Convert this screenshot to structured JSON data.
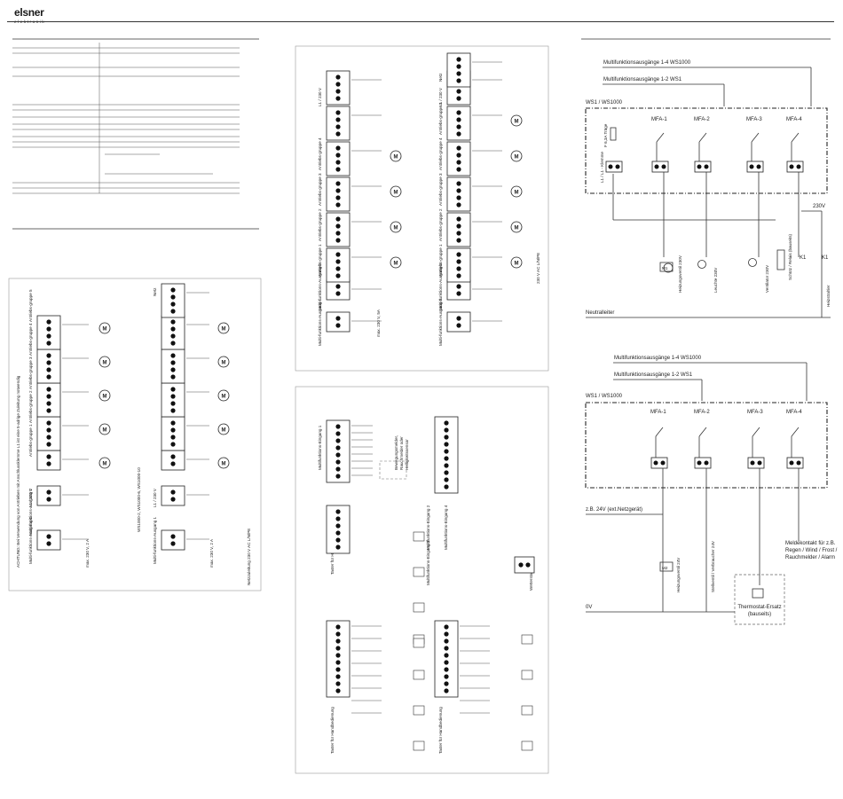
{
  "brand": {
    "name": "elsner",
    "sub": "elektronik"
  },
  "right_top": {
    "bus_1_4": "Multifunktionsausgänge 1-4 WS1000",
    "bus_1_2": "Multifunktionsausgänge 1-2 WS1",
    "frame": "WS1 / WS1000",
    "fuse": "F 6,3A Träge",
    "terminal": "L1 / L1 - Klemme",
    "mfa": [
      "MFA-1",
      "MFA-2",
      "MFA-3",
      "MFA-4"
    ],
    "ac": "230V",
    "k1": "K1",
    "loads": [
      "Heizungsventil 230V",
      "Leuchte 230V",
      "Ventilator 230V",
      "Heizstrahler"
    ],
    "relay": "Schütz / Relais (bauseits)",
    "m1": "M1",
    "neutral": "Neutralleiter"
  },
  "right_bottom": {
    "bus_1_4": "Multifunktionsausgänge 1-4 WS1000",
    "bus_1_2": "Multifunktionsausgänge 1-2 WS1",
    "frame": "WS1 / WS1000",
    "mfa": [
      "MFA-1",
      "MFA-2",
      "MFA-3",
      "MFA-4"
    ],
    "supply": "z.B. 24V (ext.Netzgerät)",
    "valve": "Heizungsventil 24V",
    "m2": "M2",
    "horn": "Stellventil / Verbraucher 24V",
    "report": [
      "Meldekontakt für z.B.",
      "Regen / Wind / Frost /",
      "Rauchmelder / Alarm"
    ],
    "thermostat": [
      "Thermostat-Ersatz",
      "(bauseits)"
    ],
    "zero": "0V"
  },
  "left_panel": {
    "warning": "ACHTUNG: Bei Verwendung von Antrieben mit Anschlussklemme L1 ist eine 5-adrige Zuleitung notwendig",
    "groups": [
      "Antriebs-gruppe 1",
      "Antriebs-gruppe 2",
      "Antriebs-gruppe 3",
      "Antriebs-gruppe 4",
      "Antriebs-gruppe 5"
    ],
    "models": "WS1000-2, WS1000-6, WS1000-10",
    "power": "L1 / 230 V",
    "motor": "M",
    "mains": "Netz",
    "mains_note": "Netzzuleitung 230 V AC L/N/PE",
    "outputs": [
      "Multi-funktions-Ausgang 1",
      "Multi-funktions-Ausgang 2"
    ],
    "max": "max. 230 V, 2 A"
  },
  "middle_top": {
    "groups": [
      "Antriebs-gruppe 1",
      "Antriebs-gruppe 2",
      "Antriebs-gruppe 3",
      "Antriebs-gruppe 4",
      "Antriebs-gruppe 5",
      "Antriebs-gruppe 6"
    ],
    "power": "L1 / 230 V",
    "mains": "Netz",
    "mains_note": "230 V AC L/N/PE",
    "max_motor": "max. 230 V, 5A",
    "outputs": [
      "Multi-funktions-Ausgang 1",
      "Multi-funktions-Ausgang 2",
      "Multi-funktions-Ausgang 3",
      "Multi-funktions-Ausgang 4"
    ]
  },
  "middle_bottom": {
    "inputs": [
      "Multifunktions-Eingang 1",
      "Multifunktions-Eingang 2",
      "Multifunktions-Eingang 3",
      "Multifunktions-Eingang 4"
    ],
    "motion": [
      "Bewegungsmelder,",
      "Rauchmelder oder",
      "Helligkeitssensor"
    ],
    "buttons": "Taster für Handbedienung",
    "weather": "Wetterstation",
    "button_label": "Tasterbefehl"
  }
}
